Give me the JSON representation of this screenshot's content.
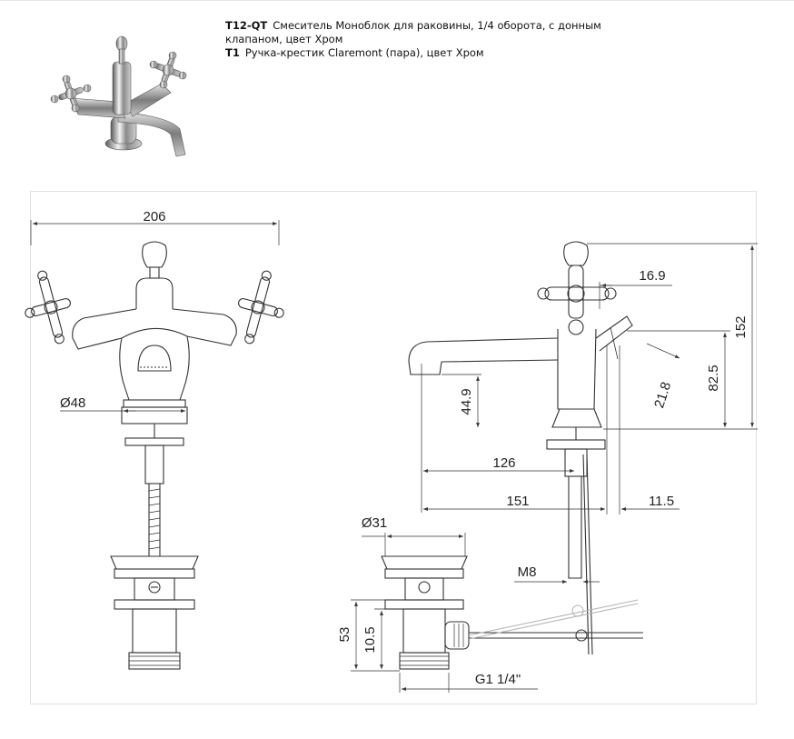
{
  "product": {
    "lines": [
      {
        "code": "T12-QT",
        "text": "Смеситель Моноблок для раковины, 1/4 оборота, с донным клапаном, цвет Хром"
      },
      {
        "code": "T1",
        "text": "Ручка-крестик Claremont (пара), цвет Хром"
      }
    ]
  },
  "dimensions": {
    "width_206": "206",
    "dia_48": "Ø48",
    "height_152": "152",
    "reach_16_9": "16.9",
    "height_82_5": "82.5",
    "diag_21_8": "21.8",
    "height_44_9": "44.9",
    "len_126": "126",
    "len_151": "151",
    "len_11_5": "11.5",
    "dia_31": "Ø31",
    "thread_m8": "M8",
    "h_53": "53",
    "h_10_5": "10.5",
    "thread_g": "G1 1/4\""
  }
}
